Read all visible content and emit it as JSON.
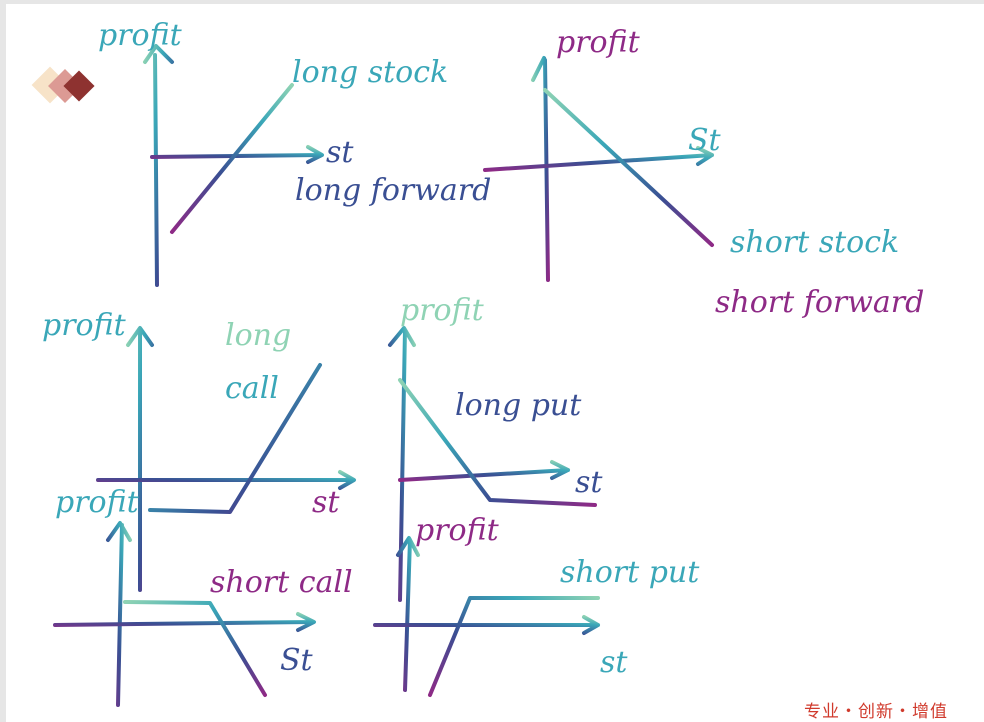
{
  "colors": {
    "purple": "#8e2a86",
    "navy": "#3a4f93",
    "teal": "#3aa7b8",
    "mint": "#8fd3b4",
    "footer": "#d03a2c",
    "logo": [
      "#f7e3c8",
      "#dc9a94",
      "#8e3230"
    ]
  },
  "diagrams": [
    {
      "id": "long-stock",
      "y_label": "profit",
      "x_label": "st",
      "labels": [
        "long stock",
        "long forward"
      ]
    },
    {
      "id": "short-stock",
      "y_label": "profit",
      "x_label": "St",
      "labels": [
        "short stock",
        "short forward"
      ]
    },
    {
      "id": "long-call",
      "y_label": "profit",
      "x_label": "st",
      "labels": [
        "long",
        "call"
      ]
    },
    {
      "id": "long-put",
      "y_label": "profit",
      "x_label": "st",
      "labels": [
        "long put"
      ]
    },
    {
      "id": "short-call",
      "y_label": "profit",
      "x_label": "St",
      "labels": [
        "short call"
      ]
    },
    {
      "id": "short-put",
      "y_label": "profit",
      "x_label": "st",
      "labels": [
        "short put"
      ]
    }
  ],
  "footer": "专业・创新・增值"
}
